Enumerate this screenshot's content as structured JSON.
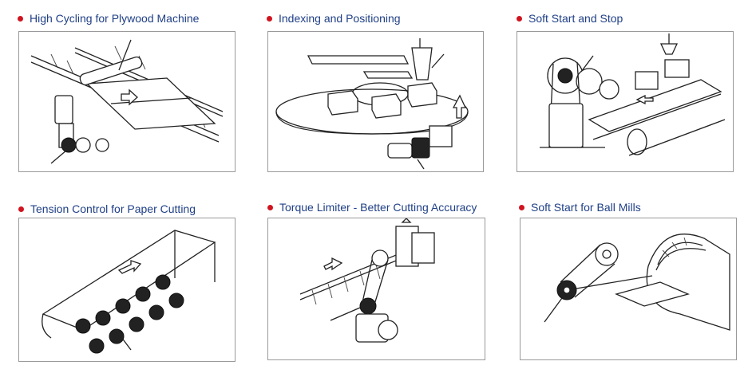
{
  "panels": [
    {
      "title": "High Cycling for Plywood Machine",
      "illustration_icon": "plywood-machine-illustration"
    },
    {
      "title": "Indexing and Positioning",
      "illustration_icon": "indexing-table-illustration"
    },
    {
      "title": "Soft Start and Stop",
      "illustration_icon": "conveyor-belt-drive-illustration"
    },
    {
      "title": "Tension Control for Paper Cutting",
      "illustration_icon": "paper-roll-tension-illustration"
    },
    {
      "title": "Torque Limiter - Better Cutting Accuracy",
      "illustration_icon": "cutting-torque-limiter-illustration"
    },
    {
      "title": "Soft Start for Ball Mills",
      "illustration_icon": "ball-mill-drive-illustration"
    }
  ],
  "colors": {
    "bullet": "#d0141f",
    "title_text": "#1f3f86",
    "frame_border": "#9a9a9a"
  }
}
